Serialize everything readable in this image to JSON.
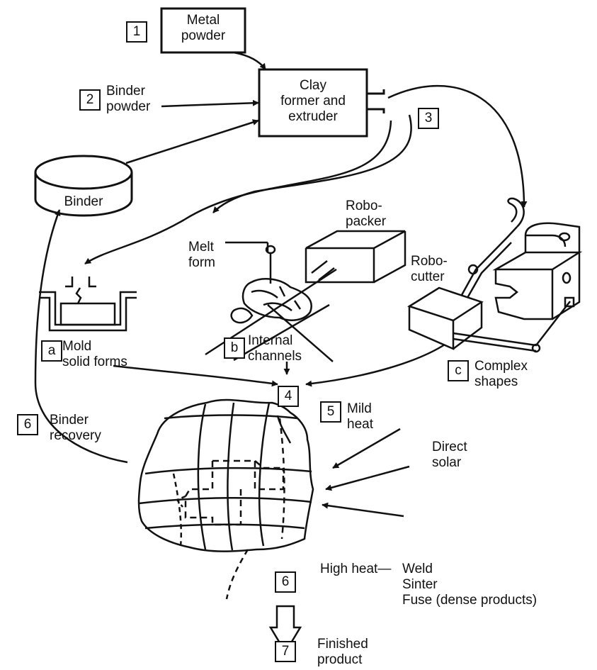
{
  "theme": {
    "ink": "#111111",
    "paper": "#ffffff"
  },
  "steps": {
    "s1": "1",
    "s2": "2",
    "s3": "3",
    "s4": "4",
    "s5": "5",
    "s6a": "6",
    "s6b": "6",
    "s7": "7",
    "sa": "a",
    "sb": "b",
    "sc": "c"
  },
  "labels": {
    "metal_powder": "Metal\npowder",
    "binder_powder": "Binder\npowder",
    "clay_former": "Clay\nformer and\nextruder",
    "binder": "Binder",
    "robo_packer": "Robo-\npacker",
    "melt_form": "Melt\nform",
    "robo_cutter": "Robo-\ncutter",
    "mold_solid_forms": "Mold\nsolid forms",
    "internal_channels": "Internal\nchannels",
    "complex_shapes": "Complex\nshapes",
    "binder_recovery": "Binder\nrecovery",
    "mild_heat": "Mild\nheat",
    "direct_solar": "Direct\nsolar",
    "high_heat": "High heat—",
    "high_heat_options": "Weld\nSinter\nFuse (dense products)",
    "finished_product": "Finished\nproduct"
  },
  "icons": [
    "cylinder-tank-icon",
    "mold-icon",
    "melt-form-apparatus-icon",
    "robo-packer-icon",
    "robo-cutter-icon",
    "workpiece-icon",
    "heated-form-icon",
    "hollow-down-arrow-icon"
  ]
}
